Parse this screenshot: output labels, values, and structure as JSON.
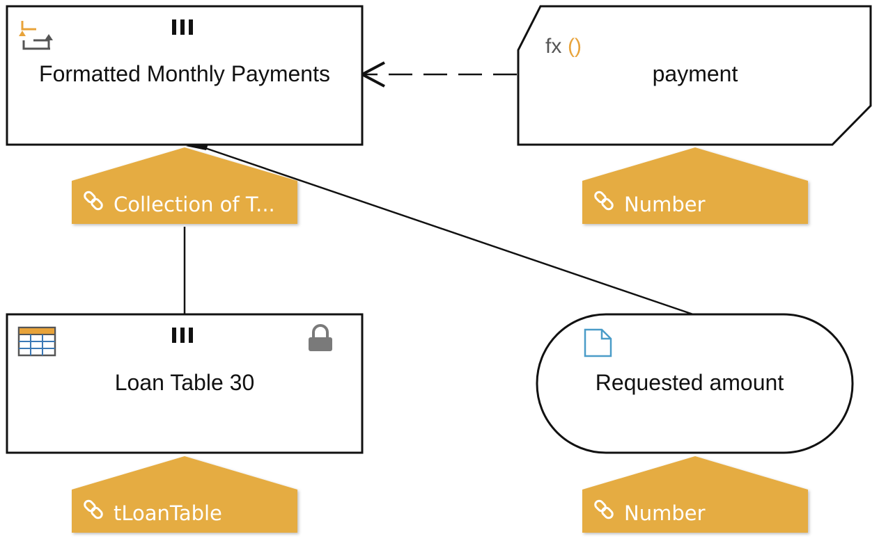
{
  "colors": {
    "tag_fill": "#E5AC42",
    "node_stroke": "#111111",
    "node_fill": "#FFFFFF",
    "icon_orange": "#E8A33A",
    "icon_blue": "#3A78B5",
    "icon_gray": "#7A7A7A",
    "doc_blue": "#4A9CC8"
  },
  "nodes": {
    "formatted_monthly_payments": {
      "label": "Formatted Monthly Payments",
      "icon": "iterator-icon",
      "tag": "Collection of T..."
    },
    "payment": {
      "label": "payment",
      "icon_prefix": "fx",
      "icon_suffix": "()",
      "tag": "Number"
    },
    "loan_table": {
      "label": "Loan Table 30",
      "icon": "table-icon",
      "tag": "tLoanTable"
    },
    "requested_amount": {
      "label": "Requested amount",
      "icon": "document-icon",
      "tag": "Number"
    }
  },
  "edges": [
    {
      "from": "payment",
      "to": "formatted_monthly_payments",
      "style": "dashed",
      "arrow": "open"
    },
    {
      "from": "loan_table",
      "to": "formatted_monthly_payments",
      "style": "solid"
    },
    {
      "from": "requested_amount",
      "to": "formatted_monthly_payments",
      "style": "solid",
      "arrow": "filled"
    }
  ]
}
